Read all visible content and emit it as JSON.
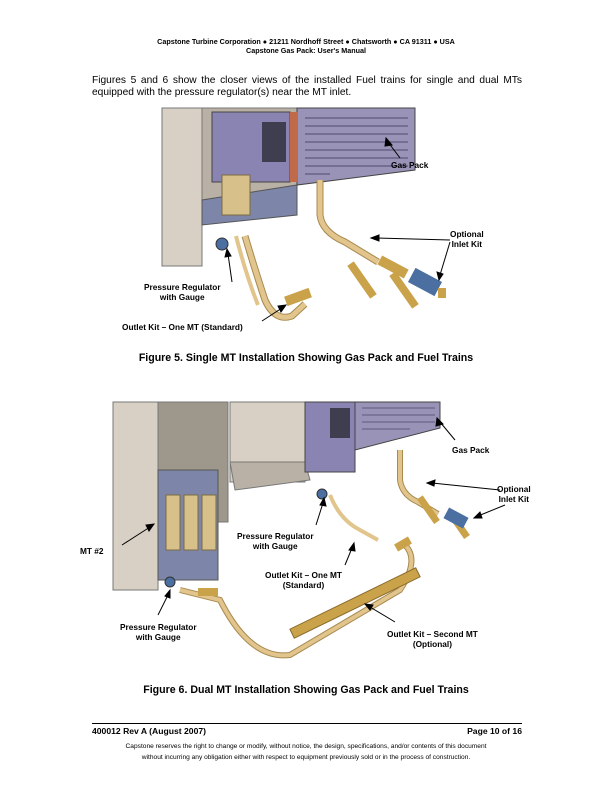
{
  "header": {
    "line1": "Capstone Turbine Corporation ● 21211 Nordhoff Street ● Chatsworth ● CA 91311 ● USA",
    "line2": "Capstone Gas Pack: User's Manual"
  },
  "intro_text": "Figures 5 and 6 show the closer views of the installed Fuel trains for single and dual MTs equipped with the pressure regulator(s) near the MT inlet.",
  "figure5": {
    "labels": {
      "gas_pack": "Gas Pack",
      "optional_inlet_kit": "Optional\nInlet Kit",
      "pressure_regulator": "Pressure Regulator\nwith Gauge",
      "outlet_kit": "Outlet Kit – One MT (Standard)"
    },
    "caption": "Figure 5. Single MT Installation Showing Gas Pack and Fuel Trains"
  },
  "figure6": {
    "labels": {
      "gas_pack": "Gas Pack",
      "optional_inlet_kit": "Optional\nInlet Kit",
      "mt2": "MT #2",
      "pressure_regulator_upper": "Pressure Regulator\nwith Gauge",
      "outlet_kit_one": "Outlet Kit – One MT\n(Standard)",
      "pressure_regulator_lower": "Pressure Regulator\nwith Gauge",
      "outlet_kit_second": "Outlet Kit – Second MT\n(Optional)"
    },
    "caption": "Figure 6. Dual MT Installation Showing Gas Pack and Fuel Trains"
  },
  "footer": {
    "doc_id": "400012 Rev A (August 2007)",
    "page": "Page 10 of 16",
    "disclaimer1": "Capstone reserves the right to change or modify, without notice, the design, specifications, and/or contents of this document",
    "disclaimer2": "without incurring any obligation either with respect to equipment previously sold or in the process of construction."
  },
  "colors": {
    "cabinet": "#d8d0c4",
    "gaspack": "#9a93b8",
    "pipe": "#e2c58c",
    "valve_blue": "#4a6fa0",
    "brass": "#c9a24a"
  }
}
